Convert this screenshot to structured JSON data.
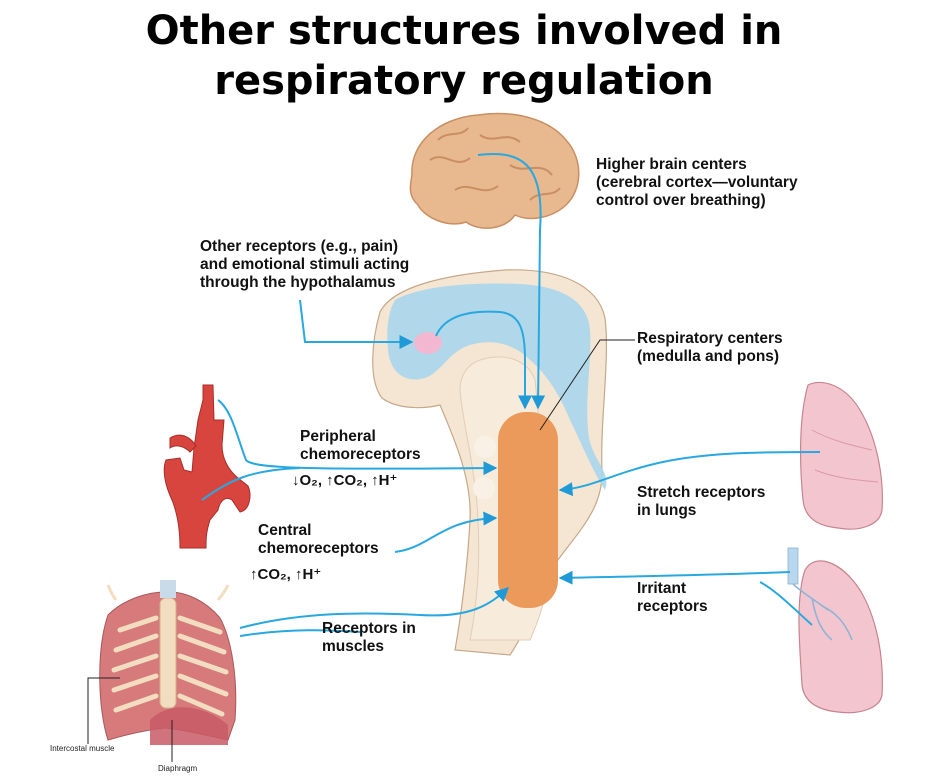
{
  "title": {
    "line1": "Other structures involved in",
    "line2": "respiratory regulation"
  },
  "labels": {
    "higher_brain": [
      "Higher brain centers",
      "(cerebral cortex—voluntary",
      "control over breathing)"
    ],
    "other_receptors": [
      "Other receptors (e.g., pain)",
      "and emotional stimuli acting",
      "through the hypothalamus"
    ],
    "respiratory_centers": [
      "Respiratory centers",
      "(medulla and pons)"
    ],
    "peripheral": [
      "Peripheral",
      "chemoreceptors"
    ],
    "peripheral_stimuli": "↓O₂, ↑CO₂, ↑H⁺",
    "central": [
      "Central",
      "chemoreceptors"
    ],
    "central_stimuli": "↑CO₂, ↑H⁺",
    "stretch": [
      "Stretch receptors",
      "in lungs"
    ],
    "irritant": [
      "Irritant",
      "receptors"
    ],
    "muscles": [
      "Receptors in",
      "muscles"
    ],
    "intercostal": "Intercostal muscle",
    "diaphragm": "Diaphragm"
  },
  "colors": {
    "arrow": "#29a8e0",
    "brain": "#e8b88f",
    "brainstem": "#f5e6d3",
    "ventricle": "#a9d6ec",
    "respiratory_center": "#eb9a5b",
    "hypothalamus": "#f2b8d2",
    "artery": "#d8453e",
    "lung": "#f3c6cf",
    "muscle": "#d67a7c"
  }
}
